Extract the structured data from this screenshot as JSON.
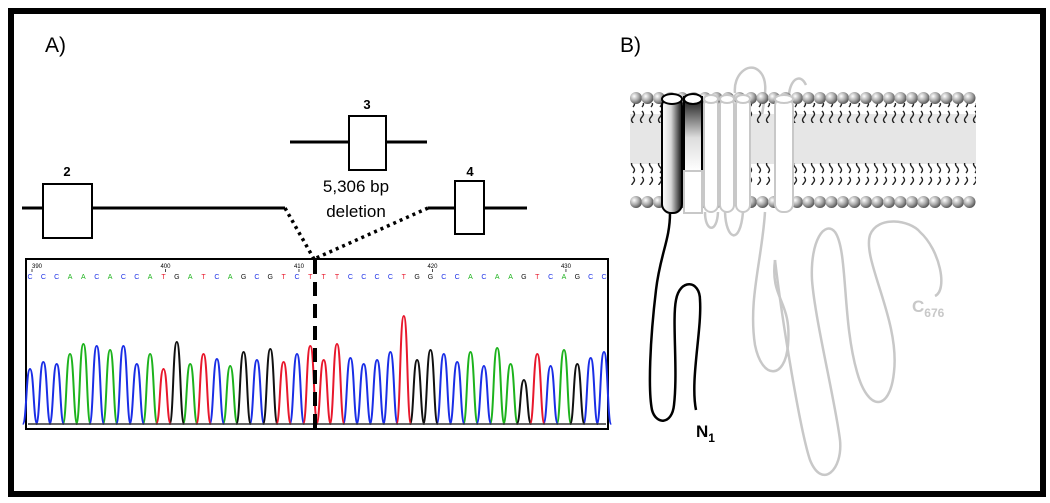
{
  "figure": {
    "panel_a_label": "A)",
    "panel_b_label": "B)"
  },
  "gene_diagram": {
    "exons": [
      "2",
      "3",
      "4"
    ],
    "deletion_size": "5,306 bp",
    "deletion_word": "deletion"
  },
  "chromatogram": {
    "position_ticks": [
      "390",
      "400",
      "410",
      "420",
      "430"
    ],
    "sequence": "CCCAACACCATGATCAGCGTCTTTCCCCTGGCCACAAGTCAGCC",
    "base_colors": {
      "A": "#1db31d",
      "C": "#1a2ee6",
      "G": "#111111",
      "T": "#e8182c"
    }
  },
  "protein": {
    "n_terminus_letter": "N",
    "n_terminus_sub": "1",
    "c_terminus_letter": "C",
    "c_terminus_sub": "676",
    "colors": {
      "present": "#000000",
      "deleted": "#c8c8c8",
      "bead": "#9a9a9a"
    }
  }
}
